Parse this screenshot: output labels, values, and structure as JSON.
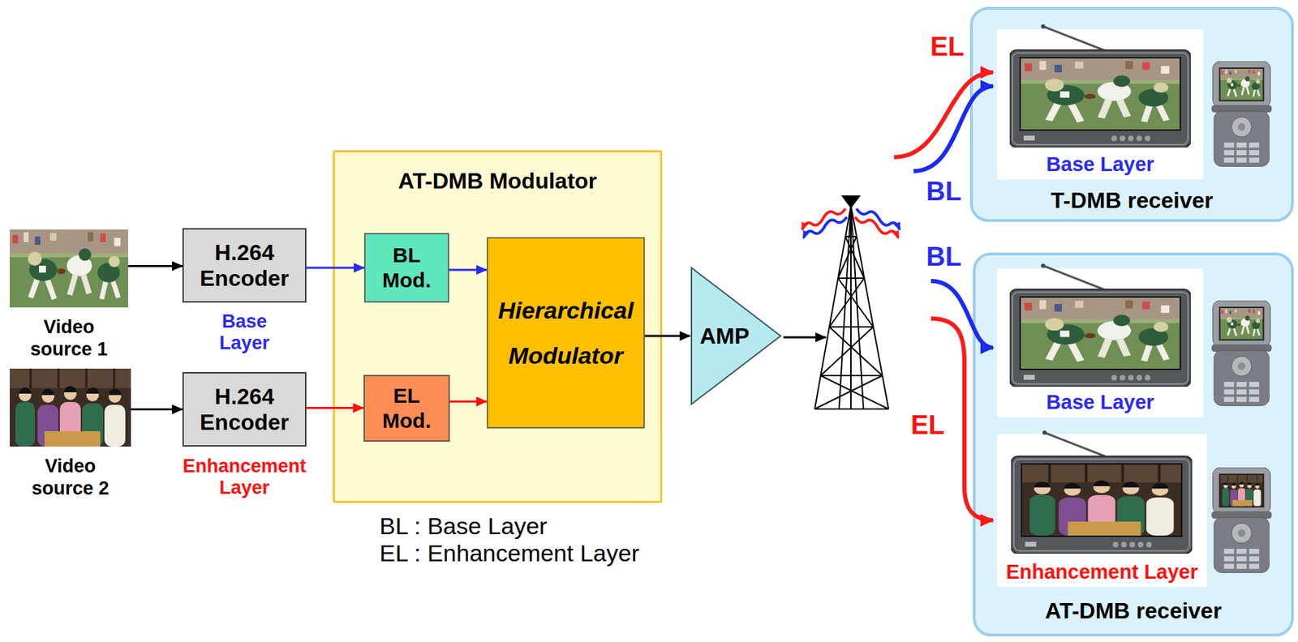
{
  "diagram": {
    "nodes": [
      {
        "text": [
          "Video source 1"
        ]
      },
      {
        "text": [
          "Video source 2"
        ]
      },
      {
        "text": [
          "H.264 Encoder"
        ]
      },
      {
        "text": [
          "H.264 Encoder"
        ]
      },
      {
        "text": [
          "AT-DMB Modulator"
        ]
      },
      {
        "text": [
          "BL Mod."
        ],
        "in": 4
      },
      {
        "text": [
          "EL Mod."
        ],
        "in": 4
      },
      {
        "text": [
          "Hierarchical Modulator"
        ],
        "in": 4
      },
      {
        "text": [
          "AMP"
        ]
      },
      {
        "text": [
          "T-DMB receiver"
        ]
      },
      {
        "text": [
          "Base Layer"
        ],
        "in": 9
      },
      {
        "text": [
          "AT-DMB receiver"
        ]
      },
      {
        "text": [
          "Base Layer"
        ],
        "in": 11
      },
      {
        "text": [
          "Enhancement Layer"
        ],
        "in": 11
      }
    ],
    "edges": [
      {
        "from": 0,
        "to": 2,
        "arrow": "to"
      },
      {
        "from": 1,
        "to": 3,
        "arrow": "to"
      },
      {
        "from": 2,
        "to": 5,
        "arrow": "to"
      },
      {
        "from": 3,
        "to": 6,
        "arrow": "to"
      },
      {
        "from": 5,
        "to": 7,
        "arrow": "to"
      },
      {
        "from": 6,
        "to": 7,
        "arrow": "to"
      },
      {
        "from": 7,
        "to": 8,
        "arrow": "to"
      }
    ],
    "labels": [
      "Base Layer",
      "Enhancement Layer",
      "BL : Base Layer",
      "EL : Enhancement Layer",
      "EL",
      "BL",
      "BL",
      "EL"
    ]
  }
}
